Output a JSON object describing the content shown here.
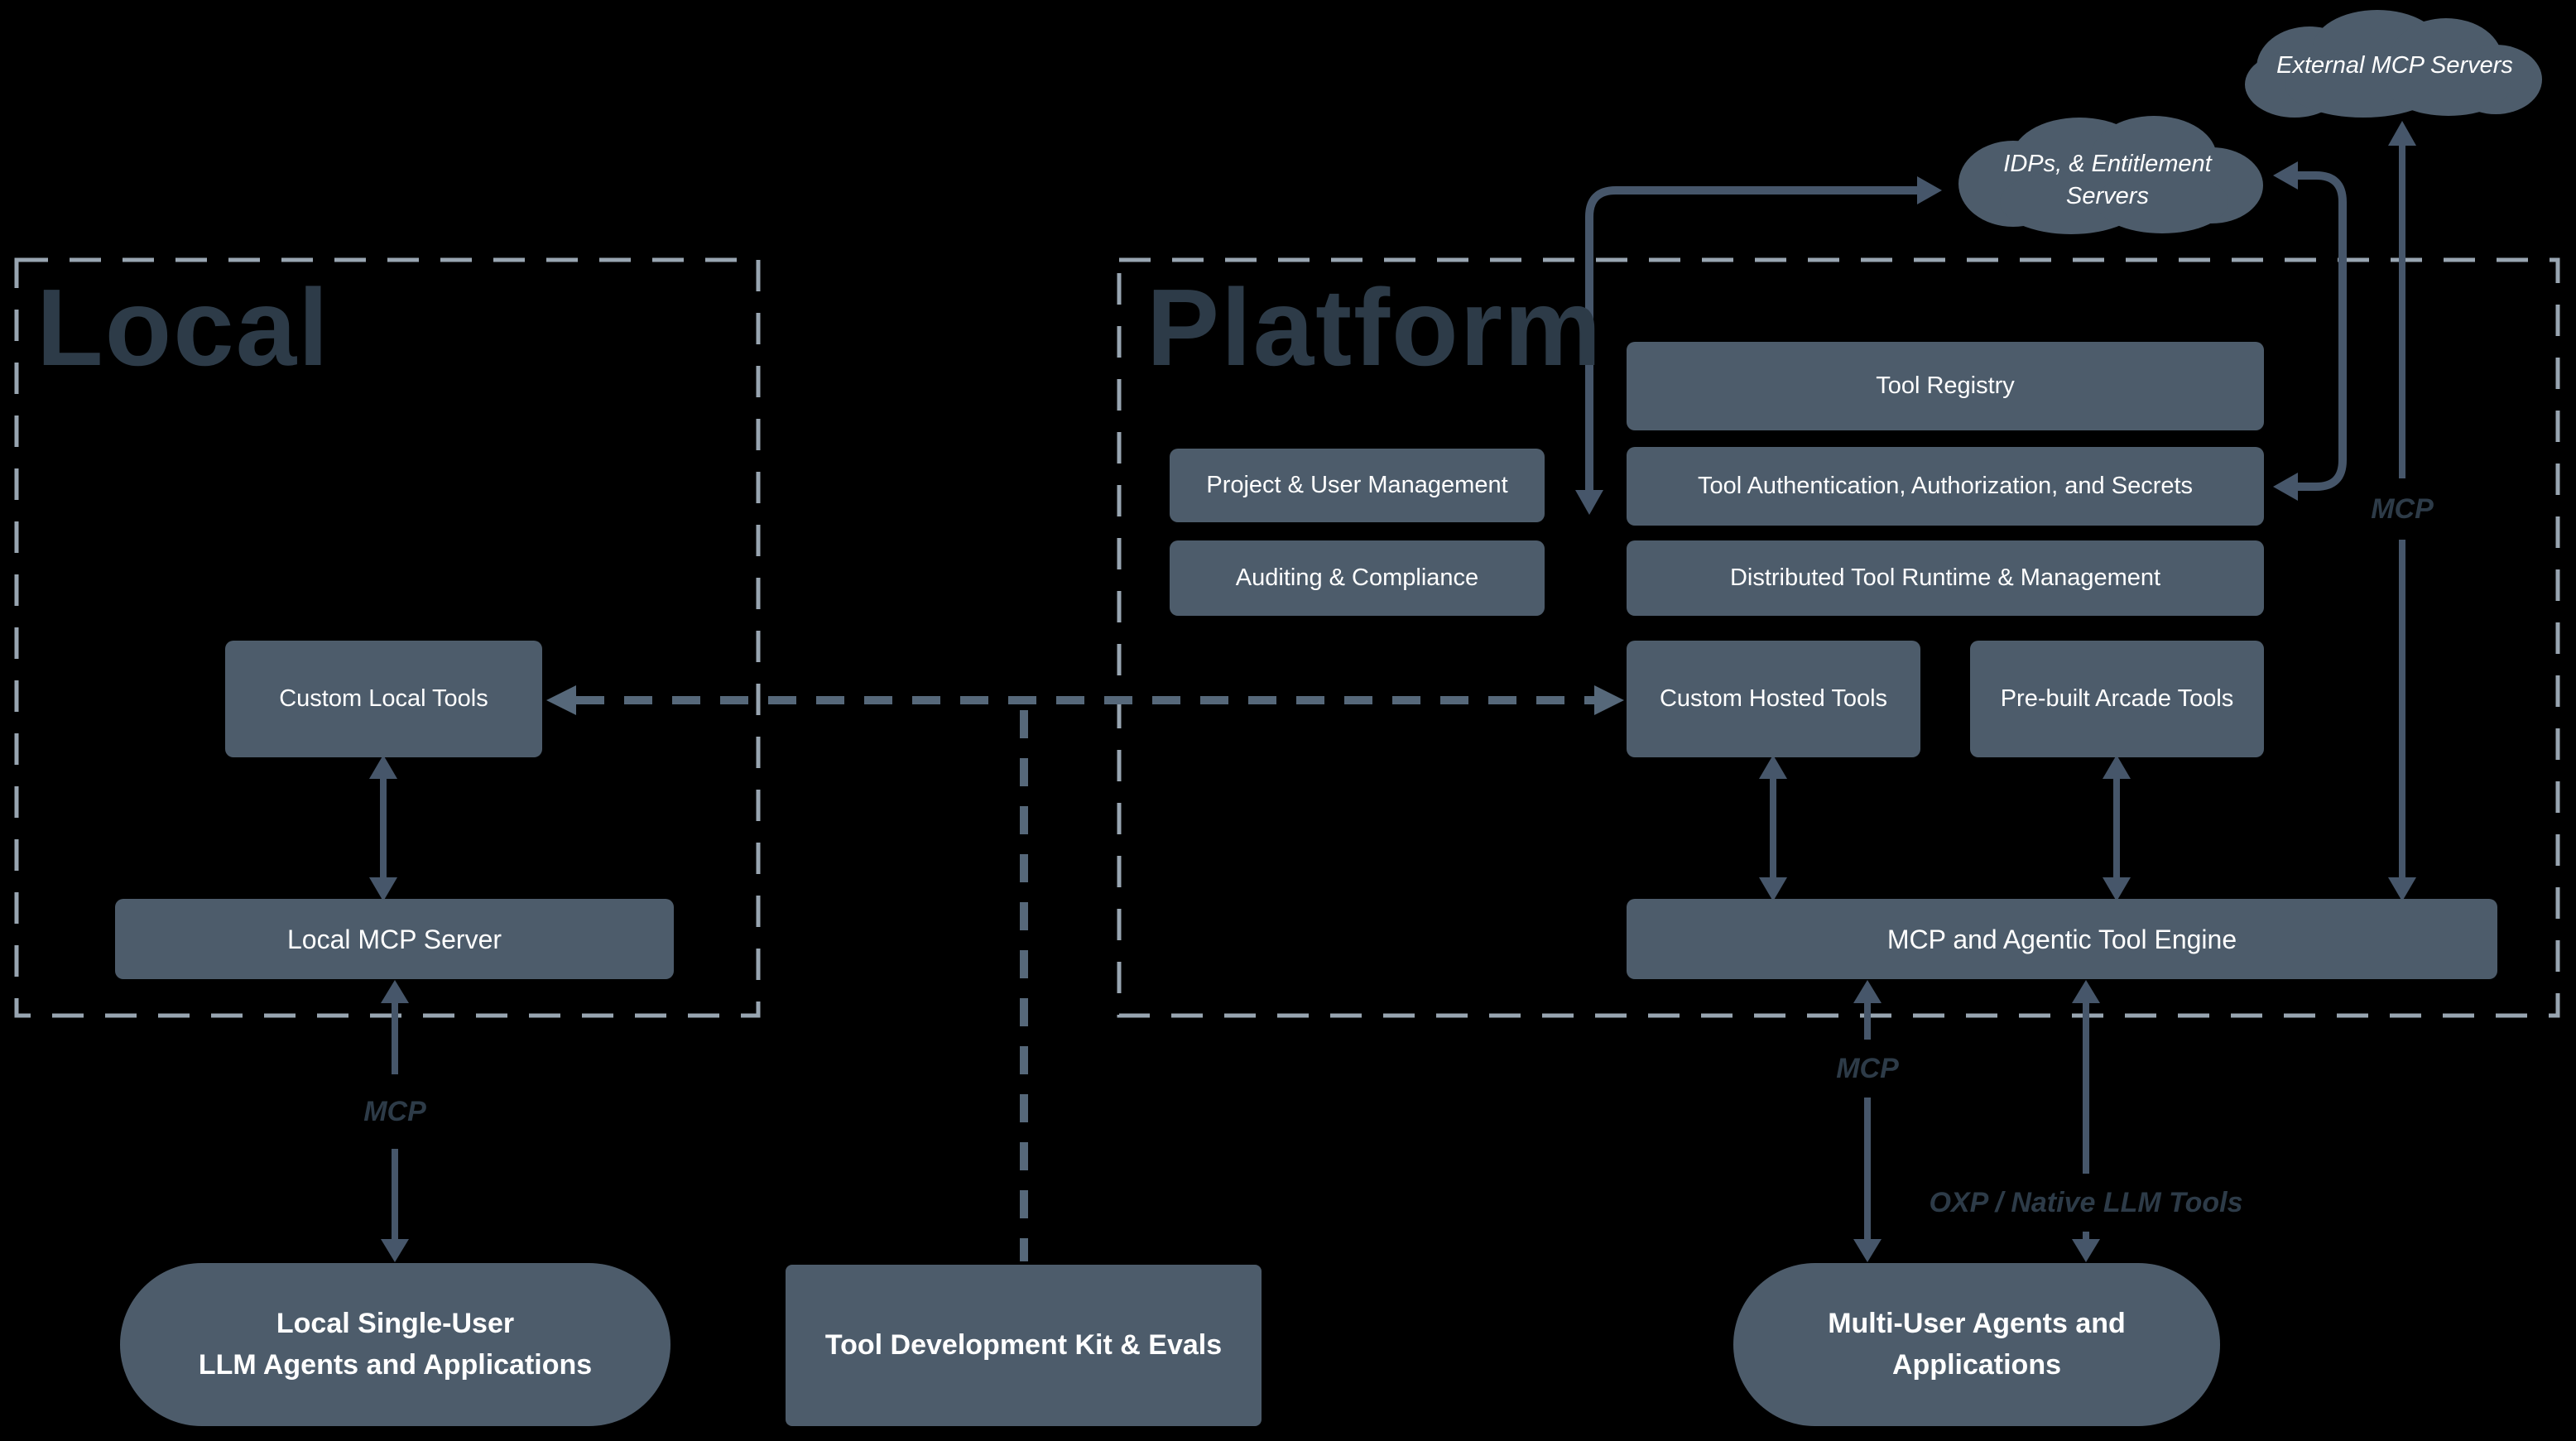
{
  "colors": {
    "background": "#000000",
    "node_fill": "#4d5c6b",
    "arrow": "#46566a",
    "dashed_connector": "#56687a",
    "dashed_border": "#98a5b1",
    "section_title_text": "#2d3b48",
    "node_text": "#ffffff"
  },
  "sections": {
    "local": {
      "title": "Local"
    },
    "platform": {
      "title": "Platform"
    }
  },
  "clouds": {
    "external": {
      "label": "External MCP Servers"
    },
    "idps": {
      "label": "IDPs, & Entitlement Servers"
    }
  },
  "boxes": {
    "tool_registry": {
      "label": "Tool Registry"
    },
    "project_user": {
      "label": "Project & User Management"
    },
    "tool_auth": {
      "label": "Tool Authentication, Authorization, and Secrets"
    },
    "auditing": {
      "label": "Auditing & Compliance"
    },
    "distributed_runtime": {
      "label": "Distributed Tool Runtime & Management"
    },
    "custom_local": {
      "label": "Custom Local Tools"
    },
    "custom_hosted": {
      "label": "Custom Hosted Tools"
    },
    "prebuilt_arcade": {
      "label": "Pre-built Arcade Tools"
    },
    "local_mcp_server": {
      "label": "Local MCP Server"
    },
    "engine": {
      "label": "MCP and Agentic Tool Engine"
    },
    "tdk": {
      "label": "Tool Development Kit & Evals"
    }
  },
  "ovals": {
    "local_agents": {
      "line1": "Local Single-User",
      "line2": "LLM Agents and Applications"
    },
    "multi_agents": {
      "line1": "Multi-User Agents and",
      "line2": "Applications"
    }
  },
  "edge_labels": {
    "mcp_local": "MCP",
    "mcp_engine": "MCP",
    "mcp_external": "MCP",
    "oxp": "OXP / Native LLM Tools"
  }
}
